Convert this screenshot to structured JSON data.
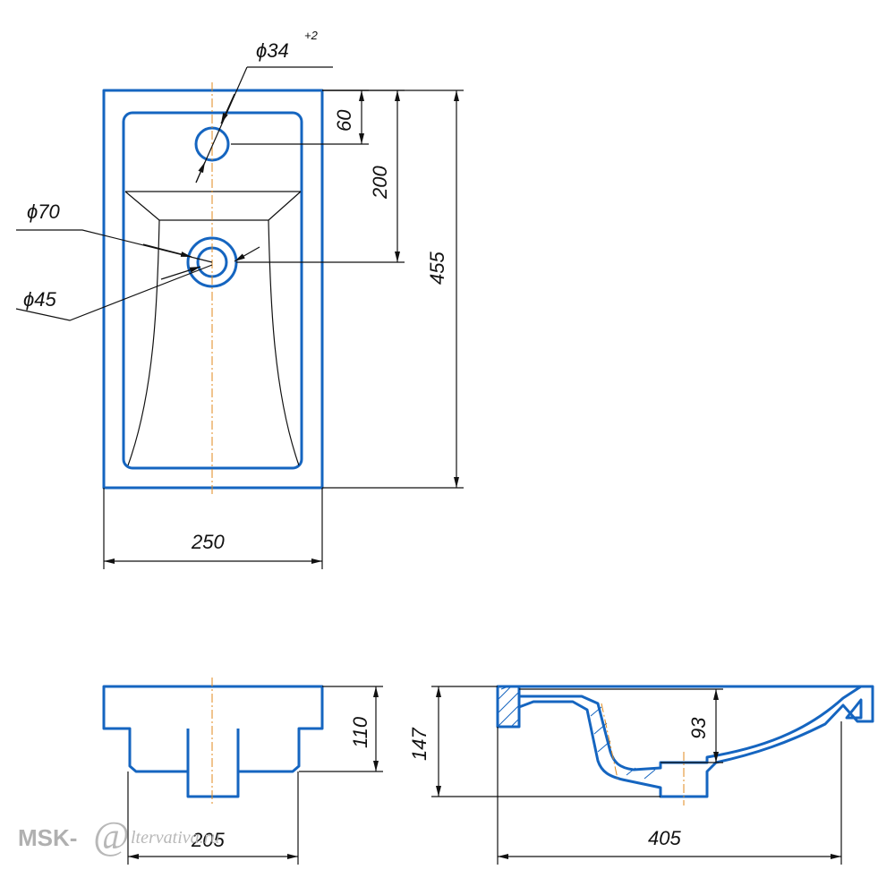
{
  "dimensions": {
    "faucet_hole": "ϕ34",
    "faucet_tolerance": "+2",
    "hole_offset": "60",
    "drain_offset": "200",
    "total_depth": "455",
    "drain_outer": "ϕ70",
    "drain_inner": "ϕ45",
    "total_width": "250",
    "front_height": "110",
    "bowl_width": "205",
    "total_height": "147",
    "bowl_depth": "93",
    "side_length": "405"
  },
  "watermark": {
    "prefix": "MSK-",
    "at_sign": "@",
    "domain": "ltervativa.ru"
  },
  "colors": {
    "outline": "#1565c0",
    "centerline": "#e08a1e",
    "dimension": "#111111"
  }
}
